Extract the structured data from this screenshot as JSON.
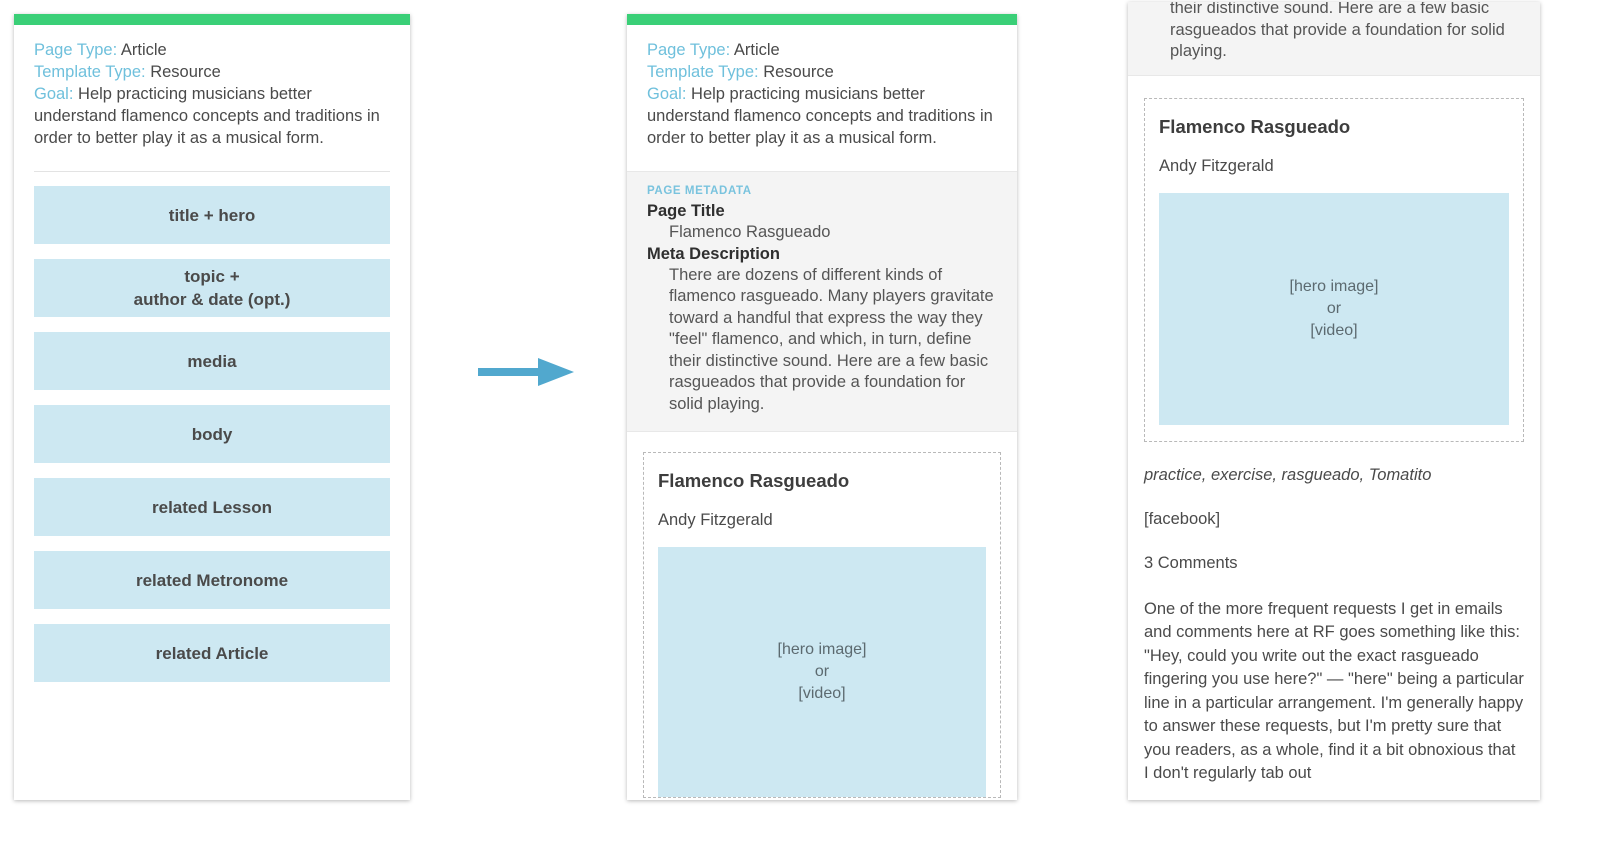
{
  "colors": {
    "accent_green": "#3ACF77",
    "label_blue": "#6FC0DC",
    "kicker_blue": "#79C3DE",
    "wireframe_block": "#cde8f2",
    "arrow_blue": "#51A8CE",
    "meta_band_bg": "#f4f4f4"
  },
  "brief": {
    "page_type_label": "Page Type:",
    "page_type_value": "Article",
    "template_type_label": "Template Type:",
    "template_type_value": "Resource",
    "goal_label": "Goal:",
    "goal_value": "Help practicing musicians better understand flamenco concepts and traditions in order to better play it as a musical form."
  },
  "panel1": {
    "blocks": [
      {
        "label": "title + hero",
        "height": 58
      },
      {
        "label": "topic +\nauthor & date (opt.)",
        "height": 58
      },
      {
        "label": "media",
        "height": 58
      },
      {
        "label": "body",
        "height": 58
      },
      {
        "label": "related Lesson",
        "height": 58
      },
      {
        "label": "related Metronome",
        "height": 58
      },
      {
        "label": "related Article",
        "height": 58
      }
    ]
  },
  "panel2": {
    "metadata": {
      "kicker": "PAGE METADATA",
      "fields": [
        {
          "term": "Page Title",
          "definition": "Flamenco Rasgueado"
        },
        {
          "term": "Meta Description",
          "definition": "There are dozens of different kinds of flamenco rasgueado. Many players gravitate toward a handful that express the way they \"feel\" flamenco, and which, in turn, define their distinctive sound. Here are a few basic rasgueados that provide a foundation for solid playing."
        }
      ]
    },
    "wireframe": {
      "title": "Flamenco Rasgueado",
      "author": "Andy Fitzgerald",
      "hero_placeholder": "[hero image]\nor\n[video]"
    }
  },
  "panel3": {
    "clipped_metadata_tail": "their distinctive sound. Here are a few basic rasgueados that provide a foundation for solid playing.",
    "wireframe": {
      "title": "Flamenco Rasgueado",
      "author": "Andy Fitzgerald",
      "hero_placeholder": "[hero image]\nor\n[video]"
    },
    "tags": "practice, exercise, rasgueado, Tomatito",
    "share": "[facebook]",
    "comments": "3 Comments",
    "body": "One of the more frequent requests I get in emails and comments here at RF goes something like this: \"Hey, could you write out the exact rasgueado fingering you use here?\" — \"here\" being a particular line in a particular arrangement. I'm generally happy to answer these requests, but I'm pretty sure that you readers, as a whole, find it a bit obnoxious that I don't regularly tab out"
  },
  "arrow": {
    "icon": "arrow-right-icon"
  }
}
